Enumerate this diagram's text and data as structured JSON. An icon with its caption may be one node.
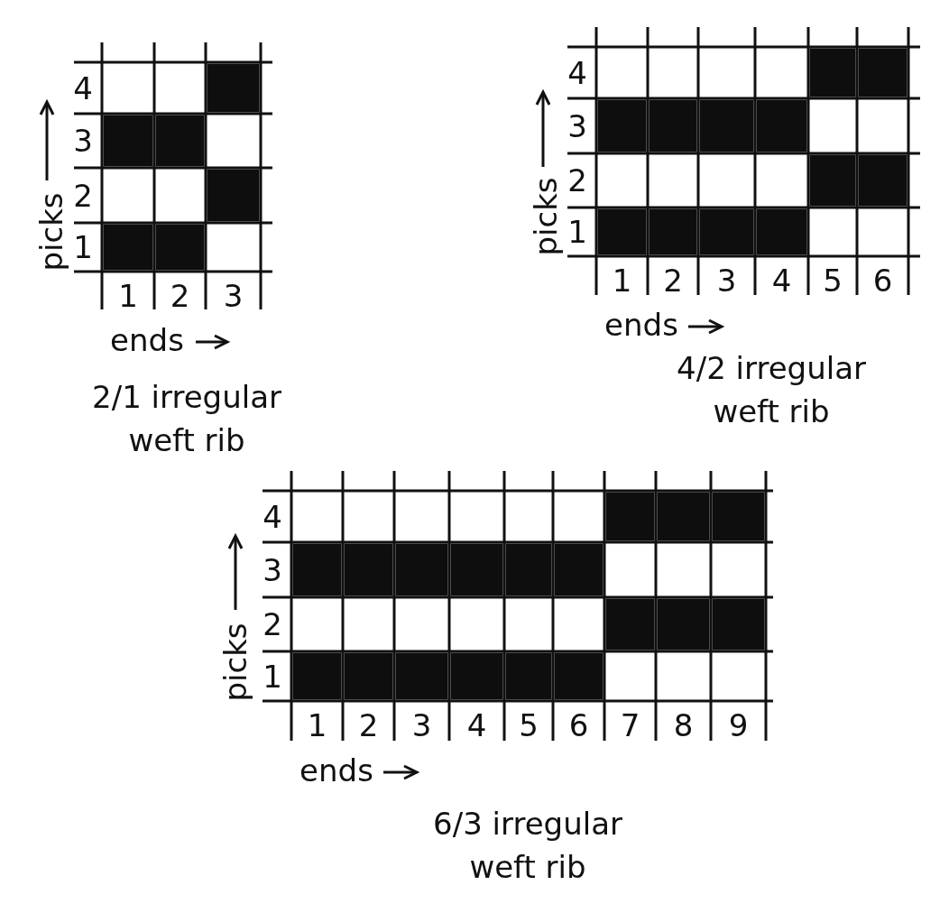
{
  "diagram": {
    "labels": [
      "4",
      "3",
      "2",
      "1",
      "picks",
      "1",
      "2",
      "3",
      "ends",
      "2/1 irregular weft rib",
      "4",
      "3",
      "2",
      "1",
      "picks",
      "1",
      "2",
      "3",
      "4",
      "5",
      "6",
      "ends",
      "4/2 irregular weft rib",
      "4",
      "3",
      "2",
      "1",
      "picks",
      "1",
      "2",
      "3",
      "4",
      "5",
      "6",
      "7",
      "8",
      "9",
      "ends",
      "6/3 irregular weft rib"
    ]
  }
}
